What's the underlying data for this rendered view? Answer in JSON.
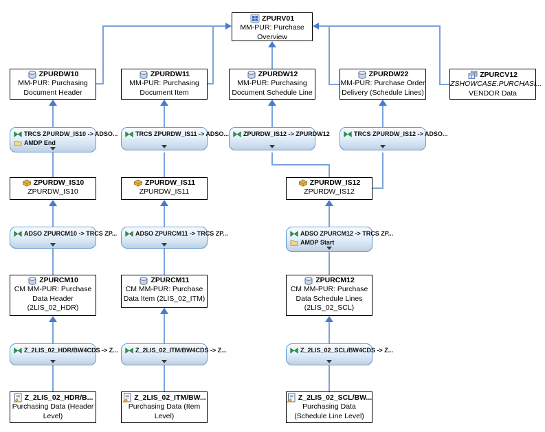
{
  "colors": {
    "connector": "#79a3dc",
    "arrowhead": "#4f7ac9",
    "transform_border": "#5b9bd5",
    "transform_fill": "#dcebf8",
    "node_border": "#000000",
    "infosource_icon": "#e8b54a",
    "transformation_icon": "#2e9e4f"
  },
  "nodes": {
    "zpurv01": {
      "title": "ZPURV01",
      "desc": [
        "MM-PUR: Purchase",
        "Overview"
      ]
    },
    "zpurdw10": {
      "title": "ZPURDW10",
      "desc": [
        "MM-PUR: Purchasing",
        "Document Header"
      ]
    },
    "zpurdw11": {
      "title": "ZPURDW11",
      "desc": [
        "MM-PUR: Purchasing",
        "Document Item"
      ]
    },
    "zpurdw12": {
      "title": "ZPURDW12",
      "desc": [
        "MM-PUR: Purchasing",
        "Document Schedule Line"
      ]
    },
    "zpurdw22": {
      "title": "ZPURDW22",
      "desc": [
        "MM-PUR: Purchase Order",
        "Delivery (Schedule Lines)"
      ]
    },
    "zpurcv12": {
      "title": "ZPURCV12",
      "desc": [
        "ZSHOWCASE.PURCHASI...",
        "VENDOR Data"
      ]
    },
    "is10": {
      "title": "ZPURDW_IS10",
      "desc": [
        "ZPURDW_IS10"
      ]
    },
    "is11": {
      "title": "ZPURDW_IS11",
      "desc": [
        "ZPURDW_IS11"
      ]
    },
    "is12": {
      "title": "ZPURDW_IS12",
      "desc": [
        "ZPURDW_IS12"
      ]
    },
    "cm10": {
      "title": "ZPURCM10",
      "desc": [
        "CM MM-PUR: Purchase",
        "Data Header",
        "(2LIS_02_HDR)"
      ]
    },
    "cm11": {
      "title": "ZPURCM11",
      "desc": [
        "CM MM-PUR: Purchase",
        "Data Item (2LIS_02_ITM)"
      ]
    },
    "cm12": {
      "title": "ZPURCM12",
      "desc": [
        "CM MM-PUR: Purchase",
        "Data Schedule Lines",
        "(2LIS_02_SCL)"
      ]
    },
    "ds1": {
      "title": "Z_2LIS_02_HDR/B...",
      "desc": [
        "Purchasing Data (Header",
        "Level)"
      ]
    },
    "ds2": {
      "title": "Z_2LIS_02_ITM/BW...",
      "desc": [
        "Purchasing Data (Item",
        "Level)"
      ]
    },
    "ds3": {
      "title": "Z_2LIS_02_SCL/BW...",
      "desc": [
        "Purchasing Data",
        "(Schedule Line Level)"
      ]
    }
  },
  "transforms": {
    "t1": {
      "rows": [
        "TRCS ZPURDW_IS10 -> ADSO...",
        "AMDP End"
      ]
    },
    "t2": {
      "rows": [
        "TRCS ZPURDW_IS11 -> ADSO..."
      ]
    },
    "t3": {
      "rows": [
        "ZPURDW_IS12 -> ZPURDW12"
      ]
    },
    "t4": {
      "rows": [
        "TRCS ZPURDW_IS12 -> ADSO..."
      ]
    },
    "t5": {
      "rows": [
        "ADSO ZPURCM10 -> TRCS ZP..."
      ]
    },
    "t6": {
      "rows": [
        "ADSO ZPURCM11 -> TRCS ZP..."
      ]
    },
    "t7": {
      "rows": [
        "ADSO ZPURCM12 -> TRCS ZP...",
        "AMDP Start"
      ]
    },
    "t8": {
      "rows": [
        "Z_2LIS_02_HDR/BW4CDS -> Z..."
      ]
    },
    "t9": {
      "rows": [
        "Z_2LIS_02_ITM/BW4CDS -> Z..."
      ]
    },
    "t10": {
      "rows": [
        "Z_2LIS_02_SCL/BW4CDS -> Z..."
      ]
    }
  }
}
